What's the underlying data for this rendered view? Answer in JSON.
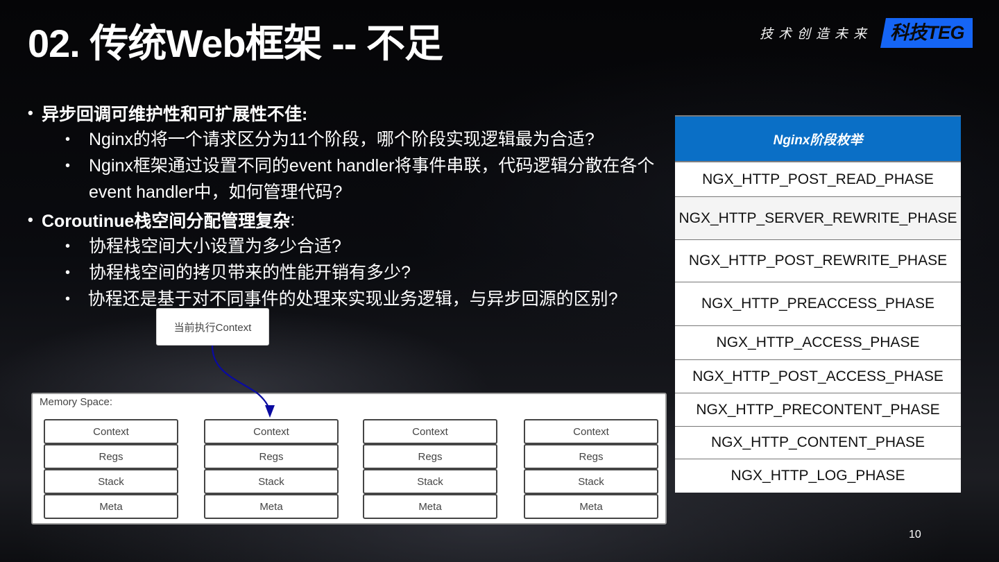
{
  "slide": {
    "title": "02. 传统Web框架 -- 不足",
    "page_number": "10"
  },
  "brand": {
    "slogan": "技术创造未来",
    "badge": "科技TEG",
    "badge_color": "#1565f5"
  },
  "bullets": [
    {
      "heading": "异步回调可维护性和可扩展性不佳:",
      "heading_suffix": "",
      "items": [
        "Nginx的将一个请求区分为11个阶段，哪个阶段实现逻辑最为合适?",
        "Nginx框架通过设置不同的event handler将事件串联，代码逻辑分散在各个event handler中，如何管理代码?"
      ]
    },
    {
      "heading": "Coroutinue栈空间分配管理复杂",
      "heading_suffix": ":",
      "items": [
        "协程栈空间大小设置为多少合适?",
        "协程栈空间的拷贝带来的性能开销有多少?",
        "协程还是基于对不同事件的处理来实现业务逻辑，与异步回源的区别?"
      ]
    }
  ],
  "diagram": {
    "callout_label": "当前执行Context",
    "memory_label": "Memory Space:",
    "arrow_color": "#0a0aa0",
    "stacks": [
      {
        "cells": [
          "Context",
          "Regs",
          "Stack",
          "Meta"
        ]
      },
      {
        "cells": [
          "Context",
          "Regs",
          "Stack",
          "Meta"
        ]
      },
      {
        "cells": [
          "Context",
          "Regs",
          "Stack",
          "Meta"
        ]
      },
      {
        "cells": [
          "Context",
          "Regs",
          "Stack",
          "Meta"
        ]
      }
    ]
  },
  "phase_table": {
    "header": "Nginx阶段枚举",
    "header_color": "#0a6fc6",
    "rows": [
      "NGX_HTTP_POST_READ_PHASE",
      "NGX_HTTP_SERVER_REWRITE_PHASE",
      "NGX_HTTP_POST_REWRITE_PHASE",
      "NGX_HTTP_PREACCESS_PHASE",
      "NGX_HTTP_ACCESS_PHASE",
      "NGX_HTTP_POST_ACCESS_PHASE",
      "NGX_HTTP_PRECONTENT_PHASE",
      "NGX_HTTP_CONTENT_PHASE",
      "NGX_HTTP_LOG_PHASE"
    ]
  }
}
